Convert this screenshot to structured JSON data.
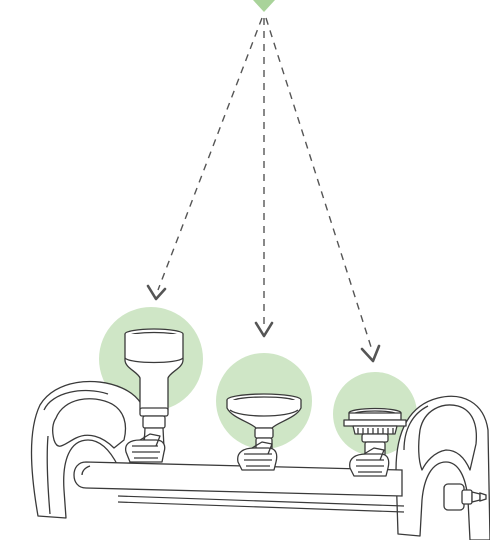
{
  "diagram": {
    "description_text": "",
    "colors": {
      "highlight_green": "#cfe6c6",
      "source_marker": "#a9d39a",
      "line_art": "#3a3a3a",
      "arrow": "#555555",
      "background": "#ffffff"
    },
    "parts": [
      {
        "name": "tall-funnel-adapter",
        "highlighted": true
      },
      {
        "name": "wide-funnel-adapter",
        "highlighted": true
      },
      {
        "name": "threaded-ring-adapter",
        "highlighted": true
      }
    ],
    "icons": [
      "source-marker-icon",
      "arrow-down-icon",
      "hose-barb-icon"
    ]
  }
}
